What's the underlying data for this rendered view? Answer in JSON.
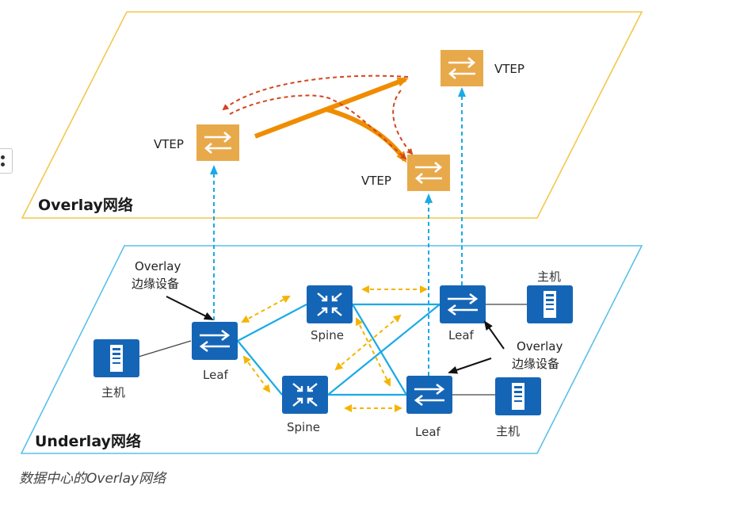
{
  "overlay": {
    "title": "Overlay网络",
    "vteps": [
      {
        "label": "VTEP"
      },
      {
        "label": "VTEP"
      },
      {
        "label": "VTEP"
      }
    ]
  },
  "underlay": {
    "title": "Underlay网络",
    "spines": [
      {
        "label": "Spine"
      },
      {
        "label": "Spine"
      }
    ],
    "leafs": [
      {
        "label": "Leaf"
      },
      {
        "label": "Leaf"
      },
      {
        "label": "Leaf"
      }
    ],
    "hosts": [
      {
        "label": "主机"
      },
      {
        "label": "主机"
      },
      {
        "label": "主机"
      }
    ],
    "edge_annotations": [
      {
        "line1": "Overlay",
        "line2": "边缘设备"
      },
      {
        "line1": "Overlay",
        "line2": "边缘设备"
      }
    ]
  },
  "caption": "数据中心的Overlay网络",
  "colors": {
    "overlay_border": "#F2C84B",
    "underlay_border": "#5BC0EB",
    "vtep_fill": "#E8A94A",
    "device_fill": "#1565B7",
    "link": "#1AAAE6",
    "arrow_yellow": "#F5B400",
    "tunnel": "#F08C00",
    "dashed_red": "#D2461E"
  }
}
